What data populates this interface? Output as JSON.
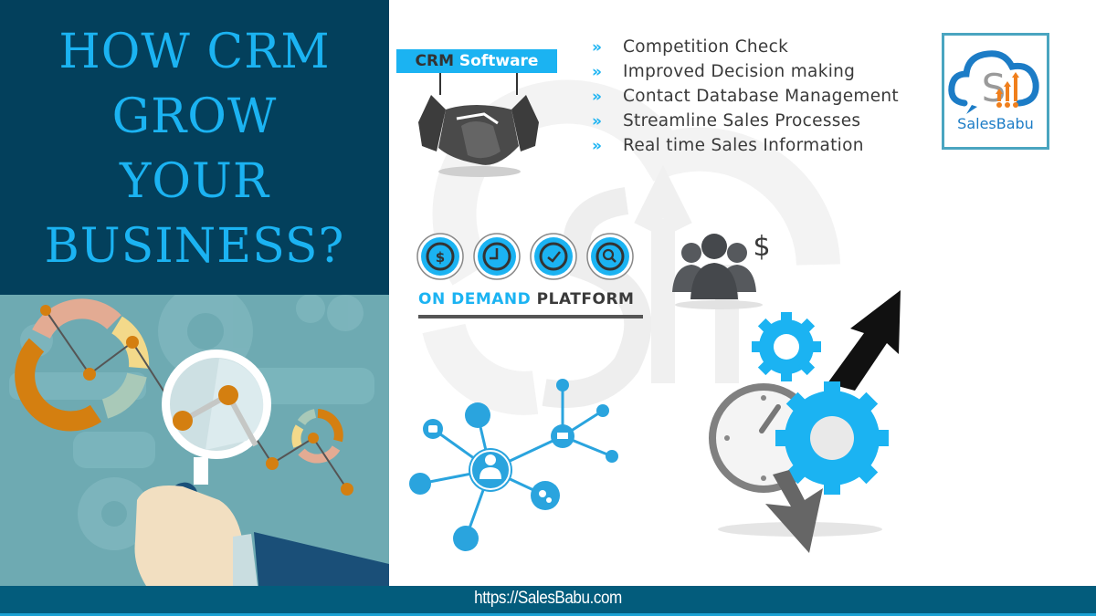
{
  "title": {
    "lines": [
      "HOW CRM",
      "GROW",
      "YOUR",
      "BUSINESS?"
    ],
    "color": "#1bb3f2",
    "background": "#03405c"
  },
  "crm_label": {
    "part1": "CRM",
    "part2": "Software"
  },
  "benefits": {
    "bullet_glyph": "»",
    "items": [
      "Competition Check",
      "Improved Decision making",
      "Contact Database Management",
      "Streamline Sales Processes",
      "Real time Sales Information"
    ]
  },
  "logo": {
    "name": "SalesBabu",
    "icon": "cloud-chart-icon"
  },
  "platform": {
    "part1": "ON DEMAND",
    "part2": "PLATFORM",
    "icons": [
      "dollar-icon",
      "clock-icon",
      "check-icon",
      "search-icon"
    ]
  },
  "footer": {
    "url": "https://SalesBabu.com"
  },
  "colors": {
    "accent": "#1bb3f2",
    "dark_navy": "#03405c",
    "footer": "#035c7c",
    "illustration_bg": "#6eaab2",
    "orange": "#d9830b",
    "dark_gray": "#555555"
  }
}
